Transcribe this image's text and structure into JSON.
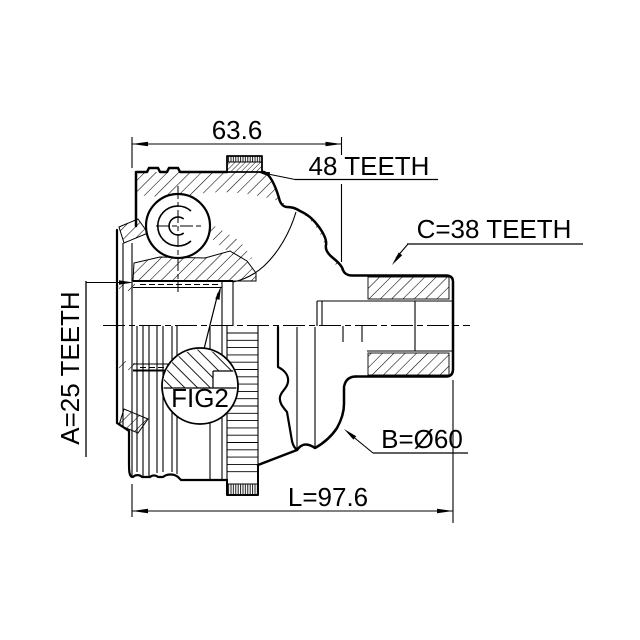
{
  "drawing": {
    "type": "technical-part-diagram",
    "subject": "cv-joint-outer-cross-section",
    "colors": {
      "line": "#000000",
      "background": "#ffffff"
    },
    "labels": {
      "dim_width_top": "63.6",
      "dim_length_overall": "L=97.6",
      "teeth_ring": "48 TEETH",
      "teeth_shaft": "C=38 TEETH",
      "teeth_inner": "A=25 TEETH",
      "body_diameter": "B=Ø60",
      "detail_ref": "FIG2"
    }
  }
}
